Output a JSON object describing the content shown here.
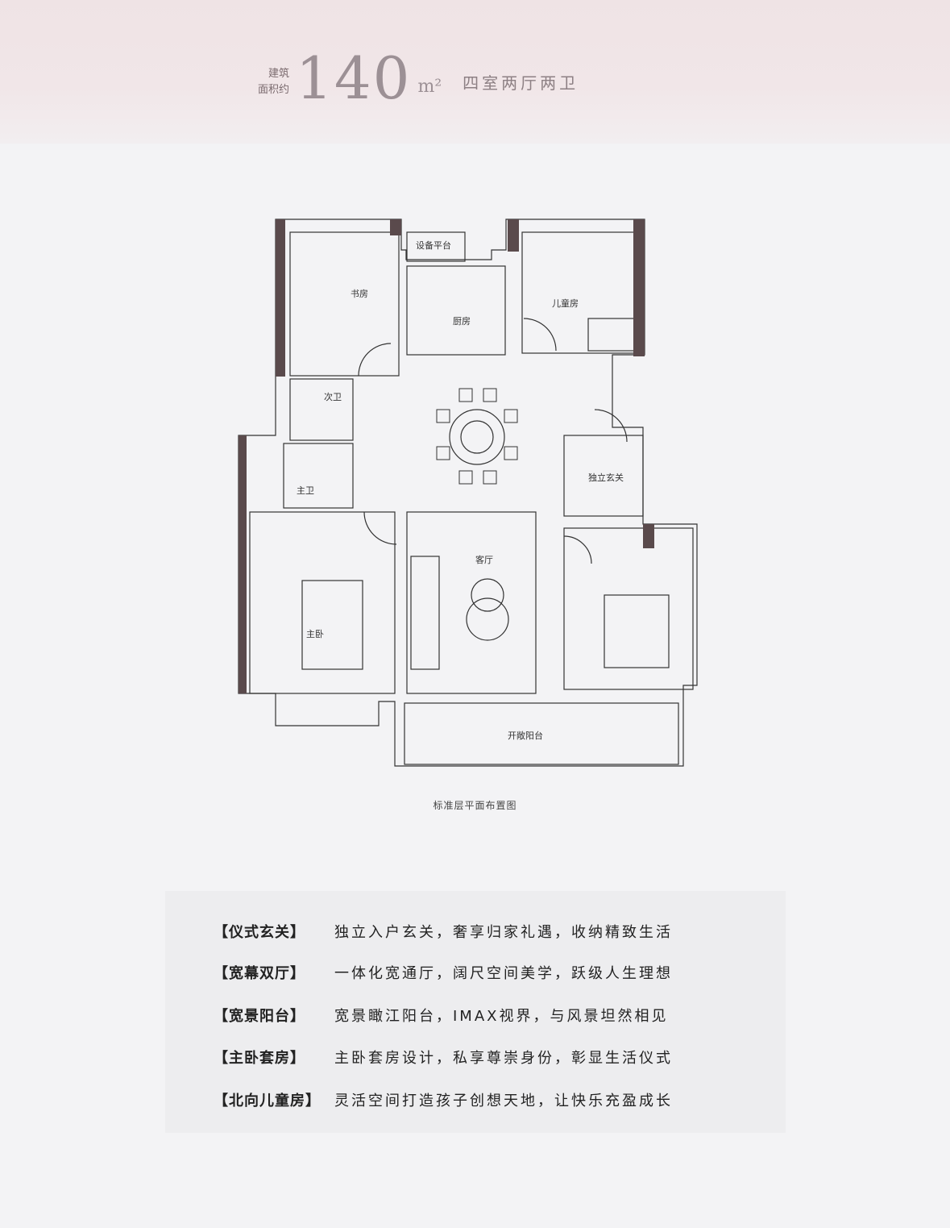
{
  "header": {
    "area_label_1": "建筑",
    "area_label_2": "面积约",
    "area_value": "140",
    "area_unit": "m²",
    "room_type": "四室两厅两卫"
  },
  "rooms": {
    "study": "书房",
    "equipment_platform": "设备平台",
    "kitchen": "厨房",
    "kids_room": "儿童房",
    "second_bath": "次卫",
    "master_bath": "主卫",
    "foyer": "独立玄关",
    "living_room": "客厅",
    "master_bedroom": "主卧",
    "balcony": "开敞阳台"
  },
  "caption": "标准层平面布置图",
  "features": [
    {
      "title": "【仪式玄关】",
      "desc": "独立入户玄关，奢享归家礼遇，收纳精致生活"
    },
    {
      "title": "【宽幕双厅】",
      "desc": "一体化宽通厅，阔尺空间美学，跃级人生理想"
    },
    {
      "title": "【宽景阳台】",
      "desc": "宽景瞰江阳台，IMAX视界，与风景坦然相见"
    },
    {
      "title": "【主卧套房】",
      "desc": "主卧套房设计，私享尊崇身份，彰显生活仪式"
    },
    {
      "title": "【北向儿童房】",
      "desc": "灵活空间打造孩子创想天地，让快乐充盈成长"
    }
  ],
  "colors": {
    "wall": "#5a4a4c",
    "line": "#333333",
    "header_text": "#9c9095"
  }
}
